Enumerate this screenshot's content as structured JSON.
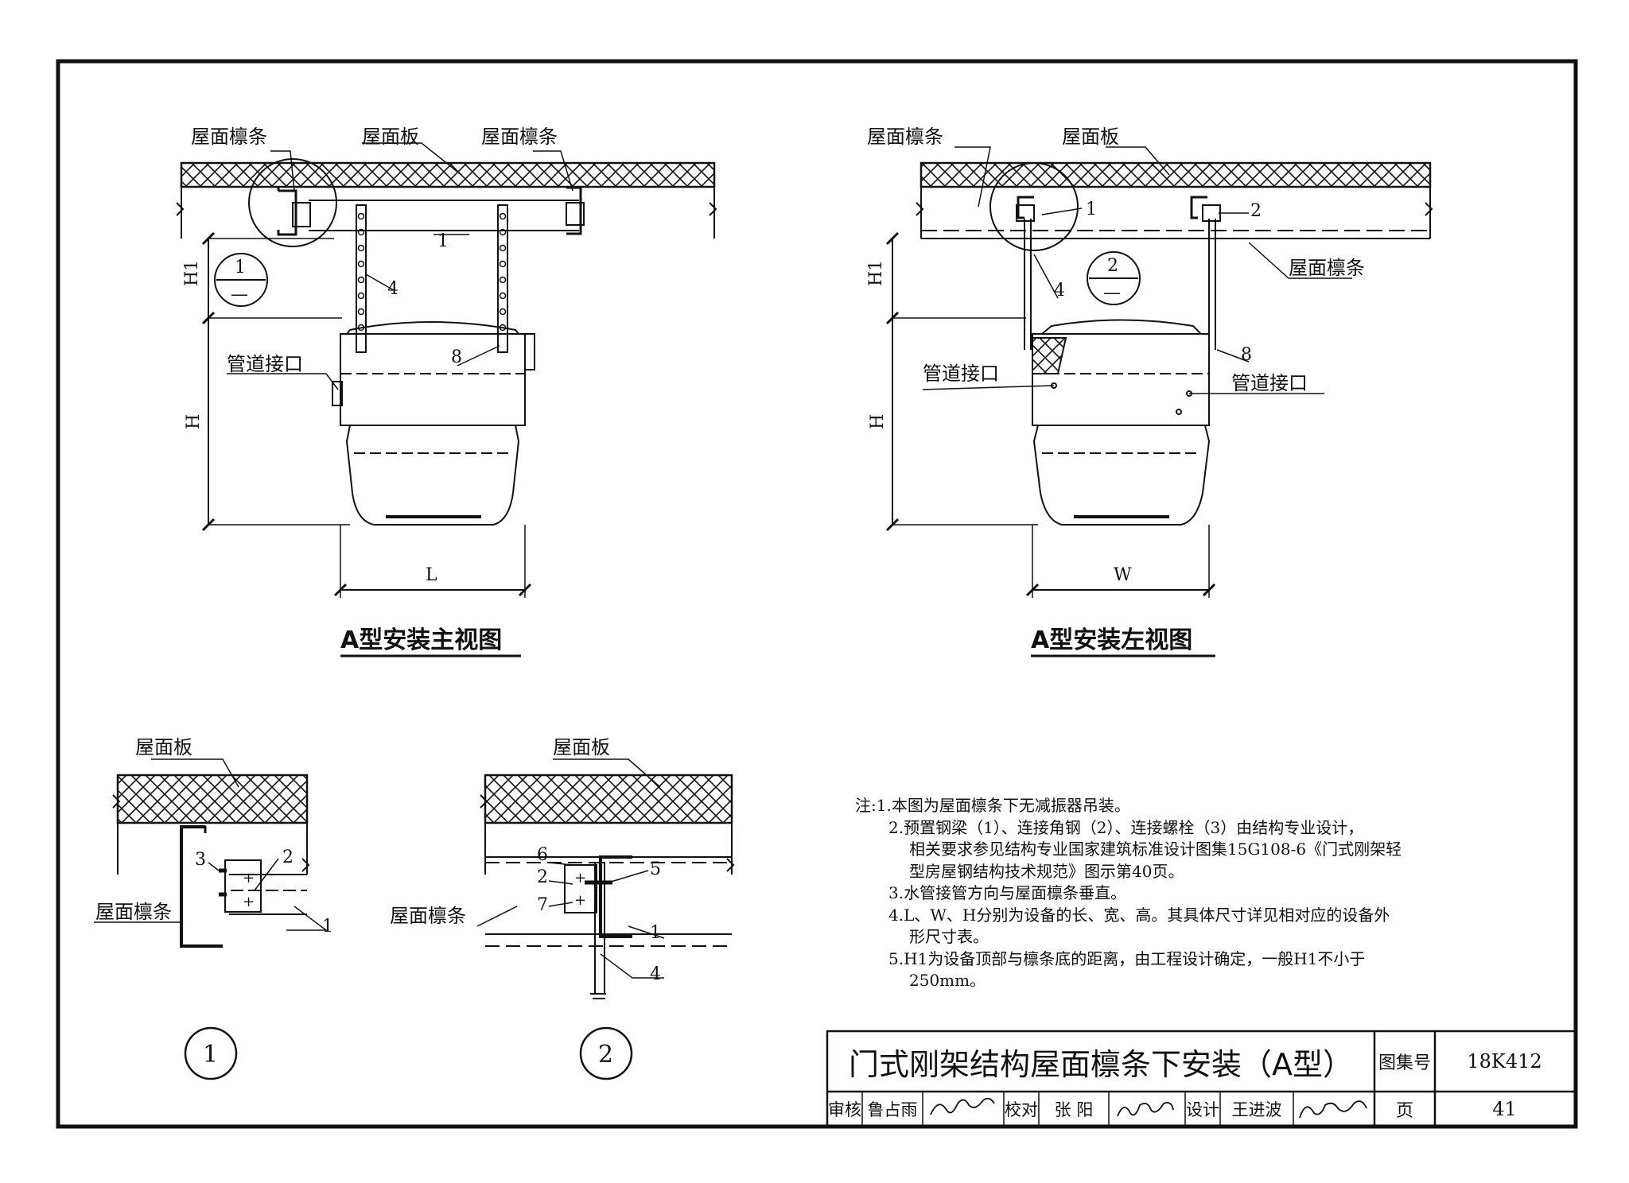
{
  "views": {
    "front": {
      "title": "A型安装主视图",
      "labels": {
        "purlin_left": "屋面檩条",
        "roof_panel": "屋面板",
        "purlin_right": "屋面檩条",
        "pipe_interface": "管道接口"
      },
      "callouts": [
        "1",
        "4",
        "8"
      ],
      "detail_ref": {
        "num": "1",
        "den": "—"
      },
      "dims": {
        "h1": "H1",
        "h": "H",
        "l": "L"
      }
    },
    "side": {
      "title": "A型安装左视图",
      "labels": {
        "purlin_left": "屋面檩条",
        "roof_panel": "屋面板",
        "purlin_right": "屋面檩条",
        "pipe_interface_left": "管道接口",
        "pipe_interface_right": "管道接口"
      },
      "callouts": [
        "1",
        "2",
        "4",
        "8"
      ],
      "detail_ref": {
        "num": "2",
        "den": "—"
      },
      "dims": {
        "h1": "H1",
        "h": "H",
        "w": "W"
      }
    },
    "detail1": {
      "labels": {
        "roof_panel": "屋面板",
        "purlin": "屋面檩条"
      },
      "callouts": [
        "3",
        "2",
        "1"
      ],
      "marker": "1"
    },
    "detail2": {
      "labels": {
        "roof_panel": "屋面板",
        "purlin": "屋面檩条"
      },
      "callouts": [
        "6",
        "2",
        "7",
        "5",
        "1",
        "4"
      ],
      "marker": "2"
    }
  },
  "notes": {
    "prefix": "注:",
    "lines": [
      "1.本图为屋面檩条下无减振器吊装。",
      "2.预置钢梁（1）、连接角钢（2）、连接螺栓（3）由结构专业设计，",
      "相关要求参见结构专业国家建筑标准设计图集15G108-6《门式刚架轻",
      "型房屋钢结构技术规范》图示第40页。",
      "3.水管接管方向与屋面檩条垂直。",
      "4.L、W、H分别为设备的长、宽、高。其具体尺寸详见相对应的设备外",
      "形尺寸表。",
      "5.H1为设备顶部与檩条底的距离，由工程设计确定，一般H1不小于",
      "250mm。"
    ]
  },
  "title_block": {
    "title": "门式刚架结构屋面檩条下安装（A型）",
    "atlas_label": "图集号",
    "atlas_no": "18K412",
    "review_label": "审核",
    "reviewer": "鲁占雨",
    "check_label": "校对",
    "checker": "张 阳",
    "design_label": "设计",
    "designer": "王进波",
    "page_label": "页",
    "page_no": "41"
  }
}
